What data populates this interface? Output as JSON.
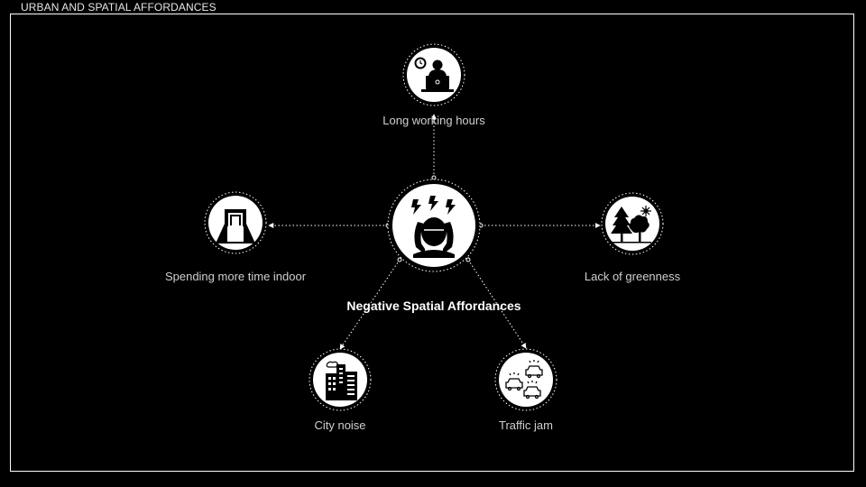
{
  "header": {
    "title": "URBAN AND SPATIAL AFFORDANCES"
  },
  "center": {
    "label": "Negative Spatial Affordances",
    "icon": "stress-head-icon"
  },
  "nodes": [
    {
      "id": "long-working-hours",
      "label": "Long working hours",
      "icon": "office-worker-icon"
    },
    {
      "id": "spending-time-indoor",
      "label": "Spending more time indoor",
      "icon": "indoor-room-icon"
    },
    {
      "id": "lack-of-greenness",
      "label": "Lack of greenness",
      "icon": "trees-icon"
    },
    {
      "id": "city-noise",
      "label": "City noise",
      "icon": "city-buildings-icon"
    },
    {
      "id": "traffic-jam",
      "label": "Traffic jam",
      "icon": "traffic-cars-icon"
    }
  ],
  "colors": {
    "background": "#000000",
    "foreground": "#ffffff",
    "label": "#cfcfcf"
  }
}
